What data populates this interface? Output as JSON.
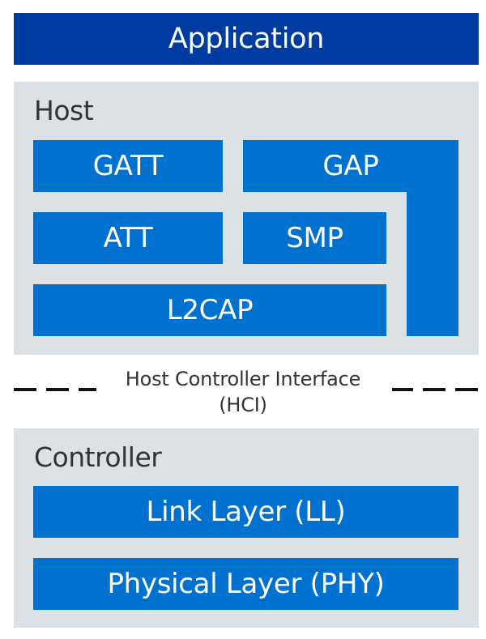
{
  "application": {
    "label": "Application",
    "color": "#003ba1"
  },
  "host": {
    "title": "Host",
    "blocks": {
      "gatt": "GATT",
      "gap": "GAP",
      "att": "ATT",
      "smp": "SMP",
      "l2cap": "L2CAP"
    }
  },
  "hci": {
    "line1": "Host Controller Interface",
    "line2": "(HCI)"
  },
  "controller": {
    "title": "Controller",
    "blocks": {
      "link_layer": "Link Layer (LL)",
      "physical_layer": "Physical Layer (PHY)"
    }
  },
  "colors": {
    "block": "#0071ce",
    "panel": "#dbe1e4",
    "application": "#003ba1",
    "text_dark": "#333333",
    "text_light": "#ffffff"
  }
}
